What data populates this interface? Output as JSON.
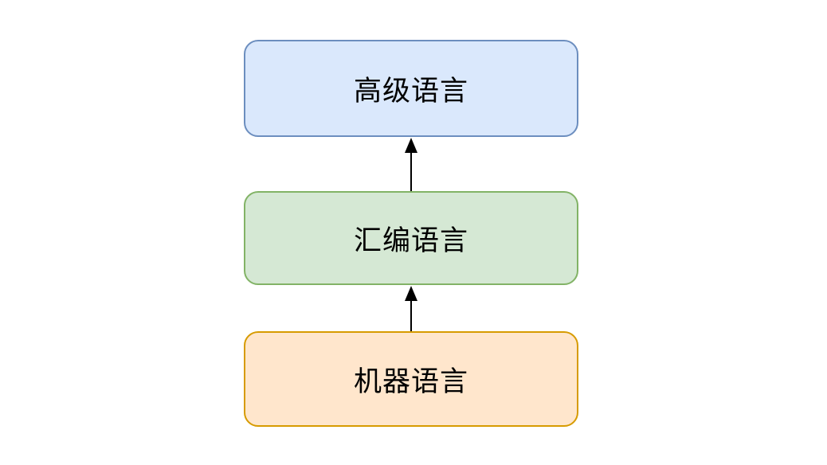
{
  "diagram": {
    "title": "language-levels-diagram",
    "background_color": "#ffffff",
    "text_color": "#000000",
    "arrow_color": "#000000",
    "nodes": [
      {
        "id": "high-level-language",
        "label": "高级语言",
        "fill": "#dae8fc",
        "stroke": "#6c8ebf"
      },
      {
        "id": "assembly-language",
        "label": "汇编语言",
        "fill": "#d5e8d4",
        "stroke": "#82b366"
      },
      {
        "id": "machine-language",
        "label": "机器语言",
        "fill": "#ffe6cc",
        "stroke": "#d79b00"
      }
    ],
    "arrows": [
      {
        "from": "assembly-language",
        "to": "high-level-language",
        "direction": "up"
      },
      {
        "from": "machine-language",
        "to": "assembly-language",
        "direction": "up"
      }
    ]
  }
}
